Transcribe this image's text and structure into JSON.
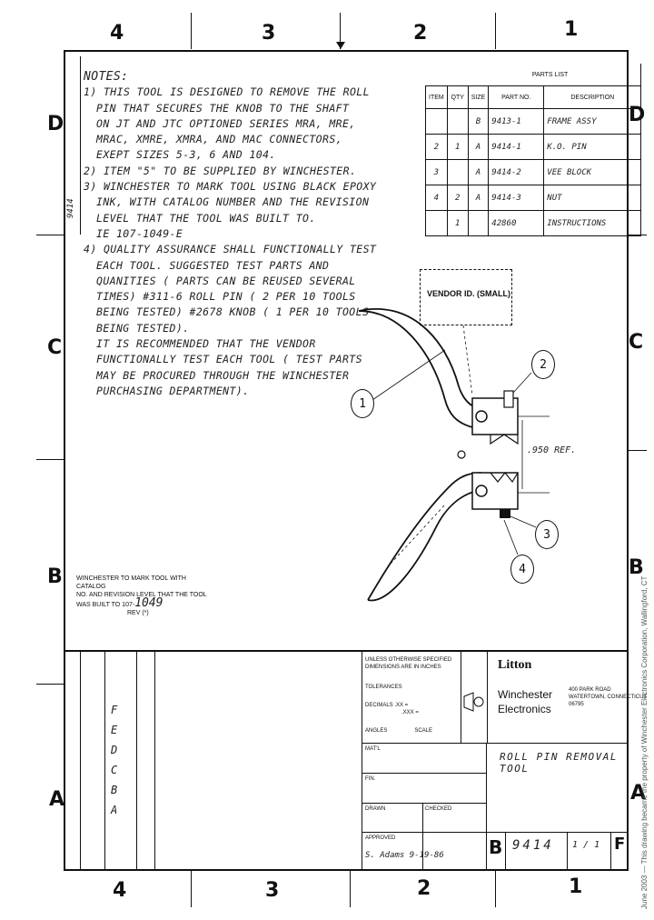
{
  "zones": {
    "top": [
      "4",
      "3",
      "2",
      "1"
    ],
    "bottom": [
      "4",
      "3",
      "2",
      "1"
    ],
    "left": [
      "D",
      "C",
      "B",
      "A"
    ],
    "right": [
      "D",
      "C",
      "B",
      "A"
    ]
  },
  "notes": {
    "title": "NOTES:",
    "lines": [
      "1) THIS TOOL IS DESIGNED TO REMOVE THE ROLL",
      "PIN THAT SECURES THE KNOB TO THE SHAFT",
      "ON JT AND JTC OPTIONED SERIES MRA, MRE,",
      "MRAC, XMRE, XMRA, AND MAC CONNECTORS,",
      "EXEPT SIZES 5-3, 6 AND 104.",
      "2) ITEM \"5\" TO BE SUPPLIED BY WINCHESTER.",
      "3) WINCHESTER TO MARK TOOL USING BLACK EPOXY",
      "INK, WITH CATALOG NUMBER AND THE REVISION",
      "LEVEL THAT THE TOOL WAS BUILT TO.",
      "IE 107-1049-E",
      "4) QUALITY ASSURANCE SHALL FUNCTIONALLY TEST",
      "EACH TOOL. SUGGESTED TEST PARTS AND",
      "QUANITIES ( PARTS CAN BE REUSED SEVERAL",
      "TIMES) #311-6 ROLL PIN ( 2 PER 10 TOOLS",
      "BEING TESTED) #2678 KNOB ( 1 PER 10 TOOLS",
      "BEING TESTED).",
      "IT IS RECOMMENDED THAT THE VENDOR",
      "FUNCTIONALLY TEST EACH TOOL ( TEST PARTS",
      "MAY BE PROCURED THROUGH THE WINCHESTER",
      "PURCHASING DEPARTMENT)."
    ]
  },
  "parts_list": {
    "title": "PARTS LIST",
    "headers": [
      "ITEM",
      "QTY",
      "SIZE",
      "PART NO.",
      "DESCRIPTION"
    ],
    "rows": [
      [
        "",
        "",
        "B",
        "9413-1",
        "FRAME ASSY"
      ],
      [
        "2",
        "1",
        "A",
        "9414-1",
        "K.O. PIN"
      ],
      [
        "3",
        "",
        "A",
        "9414-2",
        "VEE BLOCK"
      ],
      [
        "4",
        "2",
        "A",
        "9414-3",
        "NUT"
      ],
      [
        "",
        "1",
        "",
        "42860",
        "INSTRUCTIONS"
      ]
    ]
  },
  "vendor_label": "VENDOR ID. (SMALL)",
  "dimension": ".950 REF.",
  "balloons": [
    "1",
    "2",
    "3",
    "4"
  ],
  "mark_note": {
    "lines": [
      "WINCHESTER TO MARK TOOL WITH CATALOG",
      "NO. AND REVISION LEVEL THAT THE TOOL",
      "WAS BUILT TO  107-"
    ],
    "handwritten_value": "1049",
    "rev": "REV (*)"
  },
  "title_block": {
    "tolerance_note": [
      "UNLESS OTHERWISE SPECIFIED",
      "DIMENSIONS ARE IN INCHES"
    ],
    "tolerances_label": "TOLERANCES",
    "decimals": [
      "DECIMALS  .XX =",
      ".XXX ="
    ],
    "scale_labels": [
      "ANGLES",
      "SCALE"
    ],
    "company_logo": "Litton",
    "company_name": [
      "Winchester",
      "Electronics"
    ],
    "company_addr": [
      "400 PARK ROAD",
      "WATERTOWN, CONNECTICUT",
      "06795"
    ],
    "drawing_title": "ROLL PIN REMOVAL TOOL",
    "size": "B",
    "drawing_number": "9414",
    "sheet": "1 / 1",
    "rev": "F",
    "drawn_label": "DRAWN",
    "drawn_value": "S. Adams  9-19-86",
    "checked_label": "CHECKED",
    "approved_label": "APPROVED",
    "mat_label": "MAT'L",
    "fin_label": "FIN."
  },
  "revision_block": {
    "entries": [
      "F",
      "E",
      "D",
      "C",
      "B",
      "A"
    ]
  },
  "side_note": "June 2003 — This drawing became the property of Winchester Electronics Corporation, Wallingford, CT"
}
